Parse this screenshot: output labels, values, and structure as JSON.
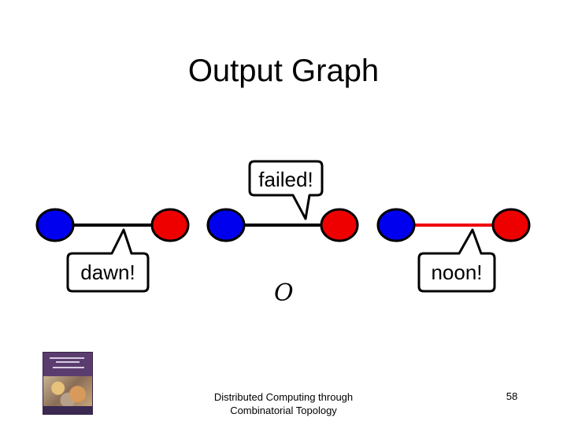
{
  "title": "Output Graph",
  "bubbles": {
    "dawn": "dawn!",
    "failed": "failed!",
    "noon": "noon!"
  },
  "symbol": "O",
  "footer": {
    "line1": "Distributed Computing through",
    "line2": "Combinatorial Topology"
  },
  "page_number": "58",
  "colors": {
    "blue_node": "#0000ee",
    "red_node": "#ee0000",
    "black_edge": "#000000",
    "red_edge": "#ee0000"
  },
  "graph": {
    "nodes": [
      {
        "id": "b1",
        "color": "blue"
      },
      {
        "id": "r1",
        "color": "red"
      },
      {
        "id": "b2",
        "color": "blue"
      },
      {
        "id": "r2",
        "color": "red"
      },
      {
        "id": "b3",
        "color": "blue"
      },
      {
        "id": "r3",
        "color": "red"
      }
    ],
    "edges": [
      {
        "from": "b1",
        "to": "r1",
        "color": "black"
      },
      {
        "from": "b2",
        "to": "r2",
        "color": "black"
      },
      {
        "from": "b3",
        "to": "r3",
        "color": "red"
      }
    ]
  },
  "book_icon": "book-cover-icon"
}
